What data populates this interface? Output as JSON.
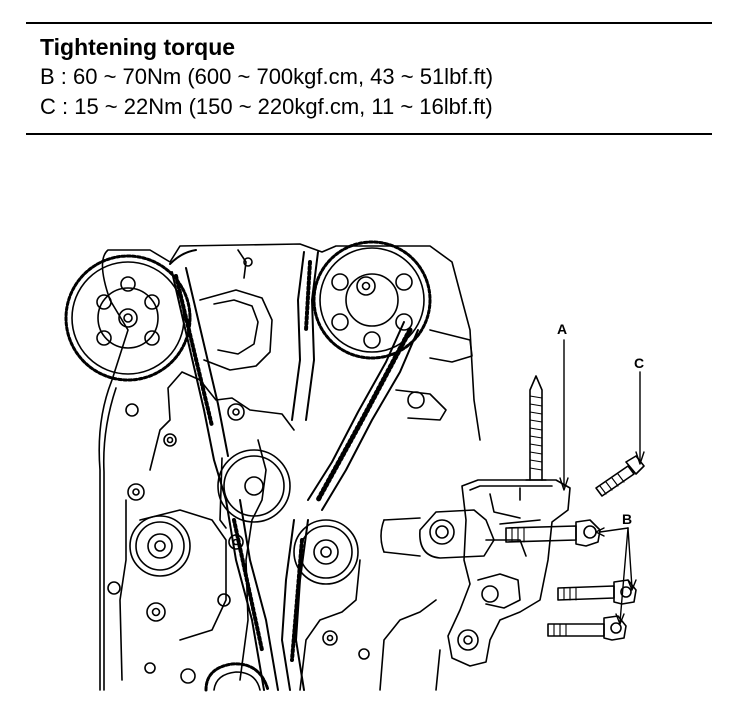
{
  "spec": {
    "heading": "Tightening torque",
    "lines": [
      "B : 60 ~ 70Nm (600 ~ 700kgf.cm, 43 ~ 51lbf.ft)",
      "C : 15 ~ 22Nm (150 ~ 220kgf.cm, 11 ~ 16lbf.ft)"
    ]
  },
  "callouts": {
    "a": "A",
    "b": "B",
    "c": "C"
  },
  "colors": {
    "ink": "#000000",
    "paper": "#ffffff"
  }
}
